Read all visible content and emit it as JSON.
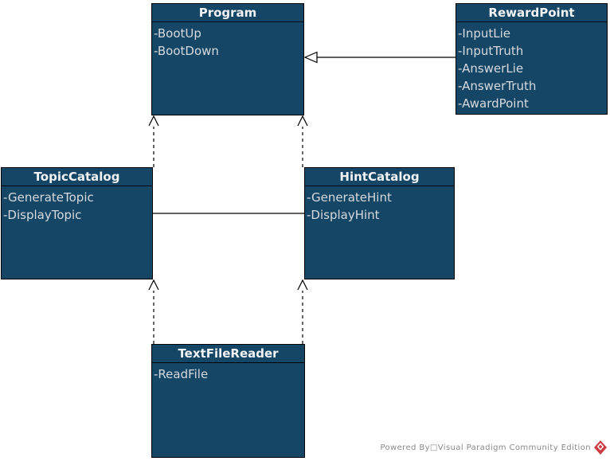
{
  "diagram": {
    "type": "uml-class-diagram",
    "tool": "Visual Paradigm",
    "colors": {
      "node_fill": "#164666",
      "node_border": "#000000",
      "title_text": "#f1f3f5",
      "attribute_text": "#d6dade",
      "connector": "#000000",
      "watermark_text": "#8a8a8a",
      "logo_red": "#cb3b41"
    }
  },
  "classes": [
    {
      "name": "Program",
      "attributes": [
        "-BootUp",
        "-BootDown"
      ]
    },
    {
      "name": "RewardPoint",
      "attributes": [
        "-InputLie",
        "-InputTruth",
        "-AnswerLie",
        "-AnswerTruth",
        "-AwardPoint"
      ]
    },
    {
      "name": "TopicCatalog",
      "attributes": [
        "-GenerateTopic",
        "-DisplayTopic"
      ]
    },
    {
      "name": "HintCatalog",
      "attributes": [
        "-GenerateHint",
        "-DisplayHint"
      ]
    },
    {
      "name": "TextFileReader",
      "attributes": [
        "-ReadFile"
      ]
    }
  ],
  "connectors": [
    {
      "type": "generalization",
      "from": "RewardPoint",
      "to": "Program",
      "style": "solid line, hollow triangle at Program"
    },
    {
      "type": "dependency",
      "from": "TopicCatalog",
      "to": "Program",
      "style": "dashed line, open arrow at Program"
    },
    {
      "type": "dependency",
      "from": "HintCatalog",
      "to": "Program",
      "style": "dashed line, open arrow at Program"
    },
    {
      "type": "dependency",
      "from": "TextFileReader",
      "to": "TopicCatalog",
      "style": "dashed line, open arrow at TopicCatalog"
    },
    {
      "type": "dependency",
      "from": "TextFileReader",
      "to": "HintCatalog",
      "style": "dashed line, open arrow at HintCatalog"
    },
    {
      "type": "association",
      "from": "TopicCatalog",
      "to": "HintCatalog",
      "style": "solid line, no arrows"
    }
  ],
  "footer": {
    "text": "Powered By□Visual Paradigm Community Edition",
    "logo": "visual-paradigm-logo"
  }
}
